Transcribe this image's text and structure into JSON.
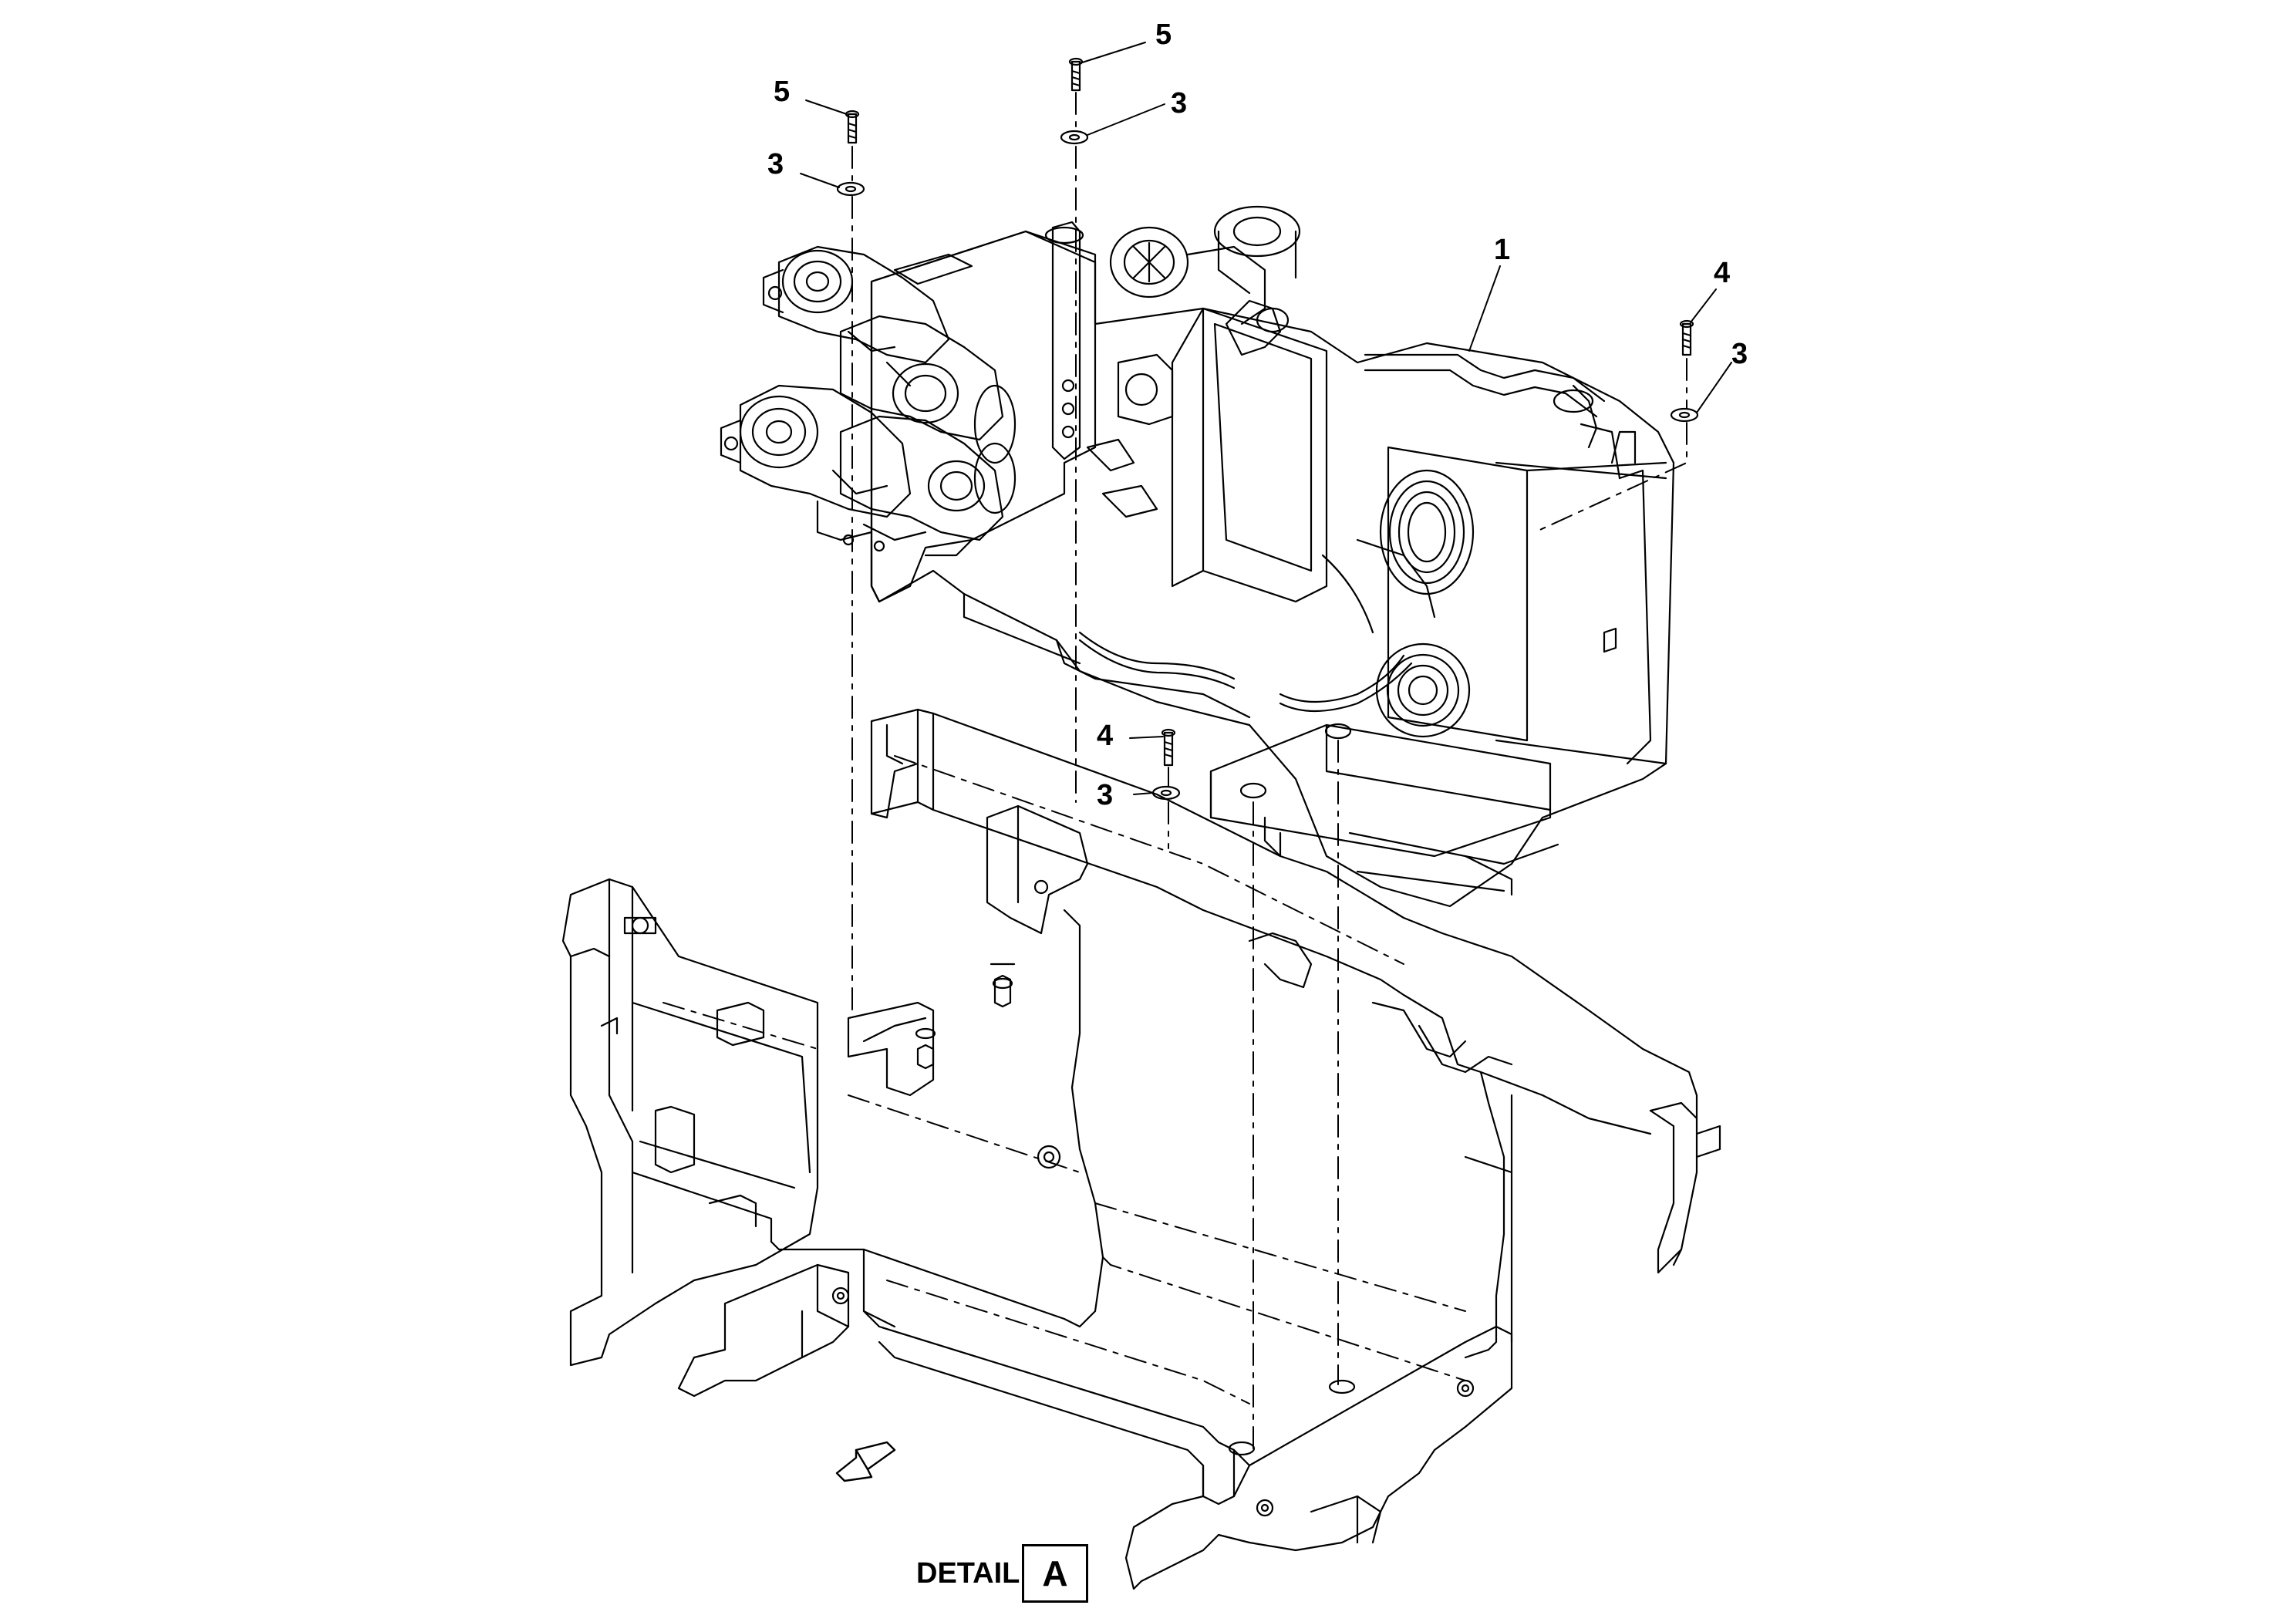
{
  "diagram": {
    "callouts": {
      "c1": "1",
      "c3a": "3",
      "c3b": "3",
      "c3c": "3",
      "c3d": "3",
      "c4a": "4",
      "c4b": "4",
      "c5a": "5",
      "c5b": "5"
    },
    "detail": {
      "text": "DETAIL",
      "letter": "A"
    },
    "line_color": "#000000",
    "background": "#ffffff",
    "direction_arrow_icon": "front-direction-arrow-icon"
  }
}
